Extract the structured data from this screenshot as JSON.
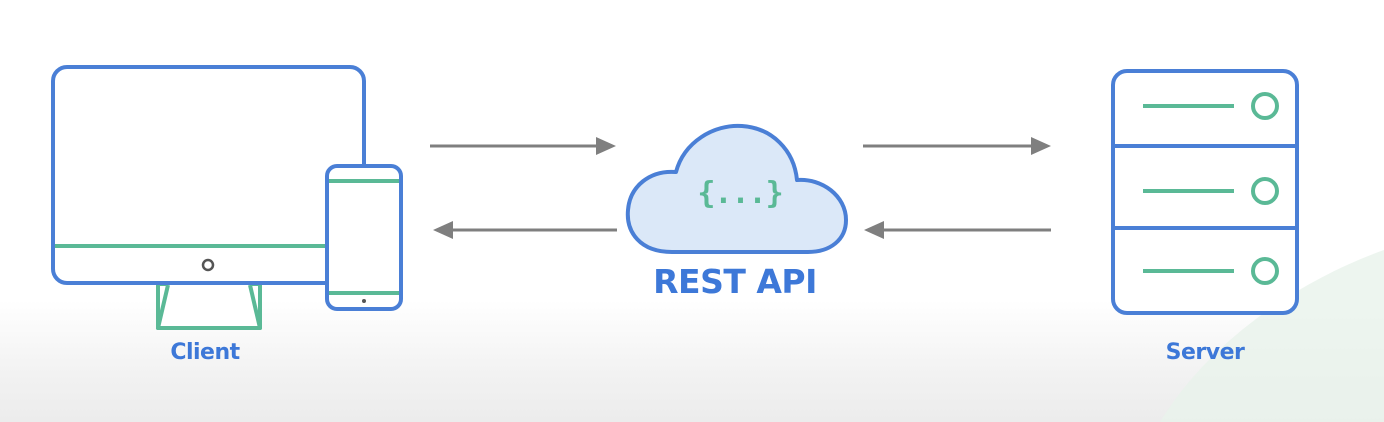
{
  "nodes": {
    "client": {
      "label": "Client",
      "icon": "desktop-monitor-with-phone-icon"
    },
    "api": {
      "label": "REST API",
      "center_text": "{...}",
      "icon": "cloud-icon"
    },
    "server": {
      "label": "Server",
      "icon": "server-rack-icon"
    }
  },
  "edges": [
    {
      "from": "client",
      "to": "api"
    },
    {
      "from": "api",
      "to": "client"
    },
    {
      "from": "api",
      "to": "server"
    },
    {
      "from": "server",
      "to": "api"
    }
  ],
  "colors": {
    "outline_blue": "#4a7fd6",
    "accent_green": "#5ab996",
    "cloud_fill": "#dbe8f8",
    "arrow_gray": "#7f7f7f",
    "label_blue": "#3d78d8",
    "corner_tint": "#e6f1ea"
  }
}
